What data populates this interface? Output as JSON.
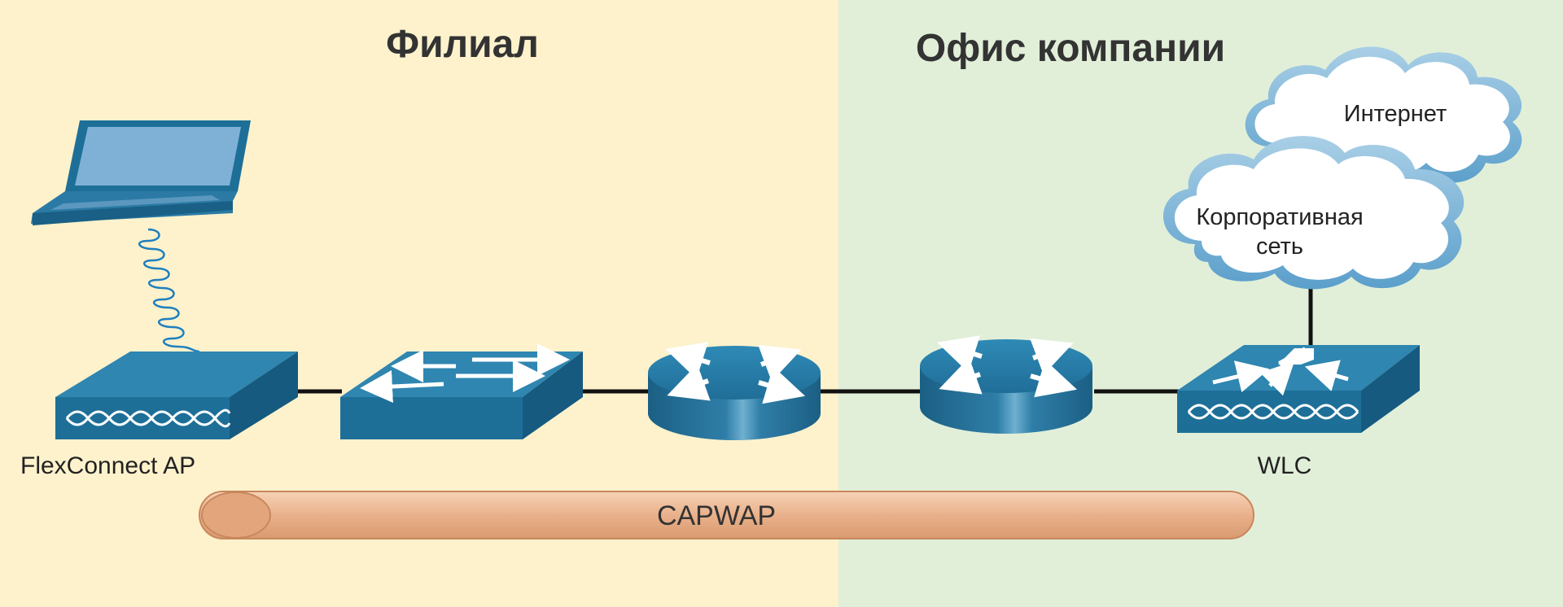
{
  "zones": {
    "branch": {
      "title": "Филиал",
      "color": "#fdf2cc"
    },
    "office": {
      "title": "Офис компании",
      "color": "#e1efd9"
    }
  },
  "devices": {
    "flexconnect_ap": {
      "label": "FlexConnect AP",
      "icon": "access-point-icon"
    },
    "branch_switch": {
      "icon": "switch-icon"
    },
    "branch_router": {
      "icon": "router-icon"
    },
    "office_router": {
      "icon": "router-icon"
    },
    "wlc": {
      "label": "WLC",
      "icon": "wireless-lan-controller-icon"
    },
    "laptop": {
      "icon": "laptop-icon"
    }
  },
  "clouds": {
    "internet": {
      "label": "Интернет"
    },
    "corporate": {
      "line1": "Корпоративная",
      "line2": "сеть"
    }
  },
  "tunnel": {
    "label": "CAPWAP",
    "color": "#e8b08a"
  },
  "colors": {
    "device_blue": "#1e6f98",
    "device_top": "#2f86b0",
    "link": "#111111",
    "wireless": "#1e7fbf"
  }
}
